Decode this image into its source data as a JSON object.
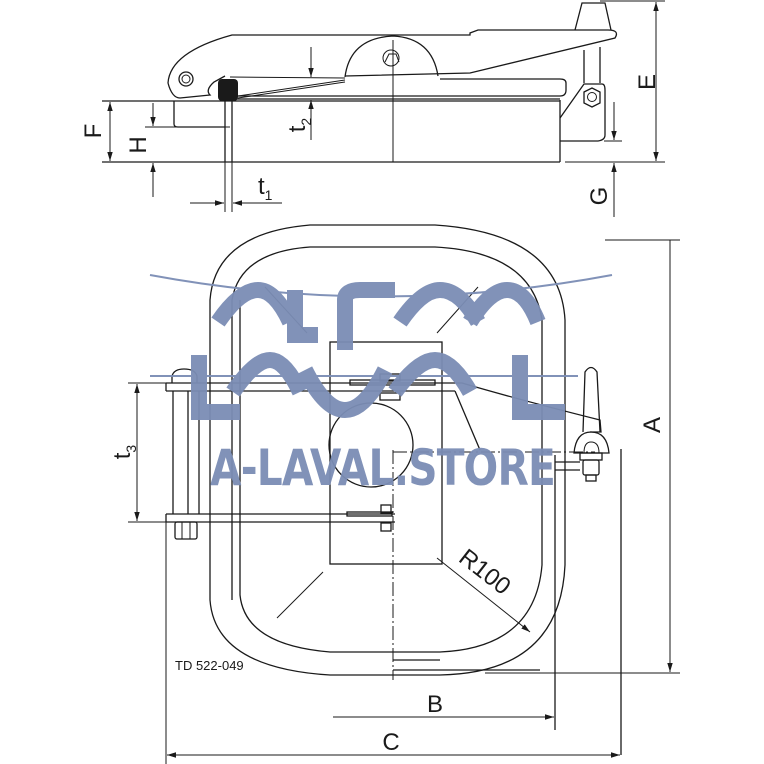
{
  "drawing": {
    "title": "Rectangular manhole cover dimension drawing",
    "reference": "TD 522-049",
    "radius_label": "R100",
    "side_view_dimensions": {
      "F": "F",
      "H": "H",
      "t1_main": "t",
      "t1_sub": "1",
      "t2_main": "t",
      "t2_sub": "2",
      "E": "E",
      "G": "G"
    },
    "top_view_dimensions": {
      "A": "A",
      "B": "B",
      "C": "C",
      "t3_main": "t",
      "t3_sub": "3"
    }
  },
  "watermark": {
    "brand_text": "A-LAVAL.STORE",
    "color": "#7b8db5"
  },
  "colors": {
    "line": "#1a1a1a",
    "background": "#ffffff",
    "watermark": "#7b8db5"
  }
}
